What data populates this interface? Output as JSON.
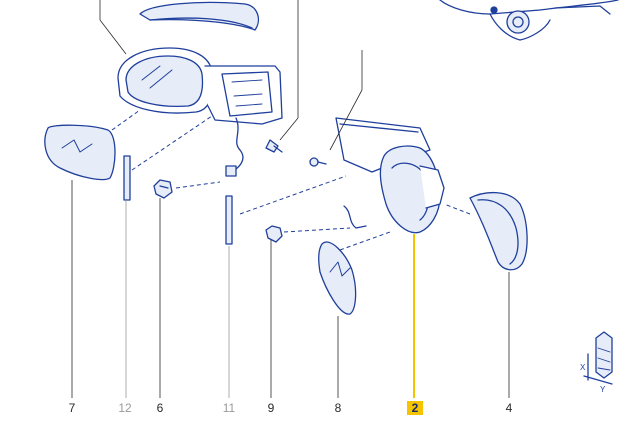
{
  "colors": {
    "line": "#1f3f9c",
    "fill": "#e6ecf8",
    "leader": "#2a2a2a",
    "muted_leader": "#9a9a9a",
    "highlight": "#f5c400"
  },
  "callouts": [
    {
      "id": "part-7",
      "label": "7",
      "style": "normal"
    },
    {
      "id": "part-12",
      "label": "12",
      "style": "muted"
    },
    {
      "id": "part-6",
      "label": "6",
      "style": "normal"
    },
    {
      "id": "part-11",
      "label": "11",
      "style": "muted"
    },
    {
      "id": "part-9",
      "label": "9",
      "style": "normal"
    },
    {
      "id": "part-8",
      "label": "8",
      "style": "normal"
    },
    {
      "id": "part-2",
      "label": "2",
      "style": "highlight"
    },
    {
      "id": "part-4",
      "label": "4",
      "style": "normal"
    }
  ],
  "axis_marker": {
    "x_label": "X",
    "y_label": "Y"
  }
}
